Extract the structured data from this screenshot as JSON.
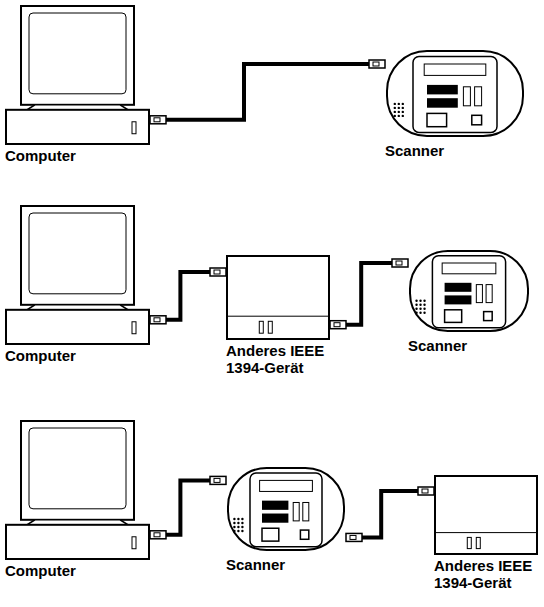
{
  "diagram": {
    "nodes": [
      {
        "text": [
          "Computer"
        ]
      },
      {
        "text": [
          "Scanner"
        ]
      },
      {
        "text": [
          "Computer"
        ]
      },
      {
        "text": [
          "Anderes IEEE 1394-Gerät"
        ]
      },
      {
        "text": [
          "Scanner"
        ]
      },
      {
        "text": [
          "Computer"
        ]
      },
      {
        "text": [
          "Scanner"
        ]
      },
      {
        "text": [
          "Anderes IEEE 1394-Gerät"
        ]
      }
    ],
    "edges": [
      {
        "from": 0,
        "to": 1,
        "arrow": "none"
      },
      {
        "from": 2,
        "to": 3,
        "arrow": "none"
      },
      {
        "from": 3,
        "to": 4,
        "arrow": "none"
      },
      {
        "from": 5,
        "to": 6,
        "arrow": "none"
      },
      {
        "from": 6,
        "to": 7,
        "arrow": "none"
      }
    ]
  }
}
